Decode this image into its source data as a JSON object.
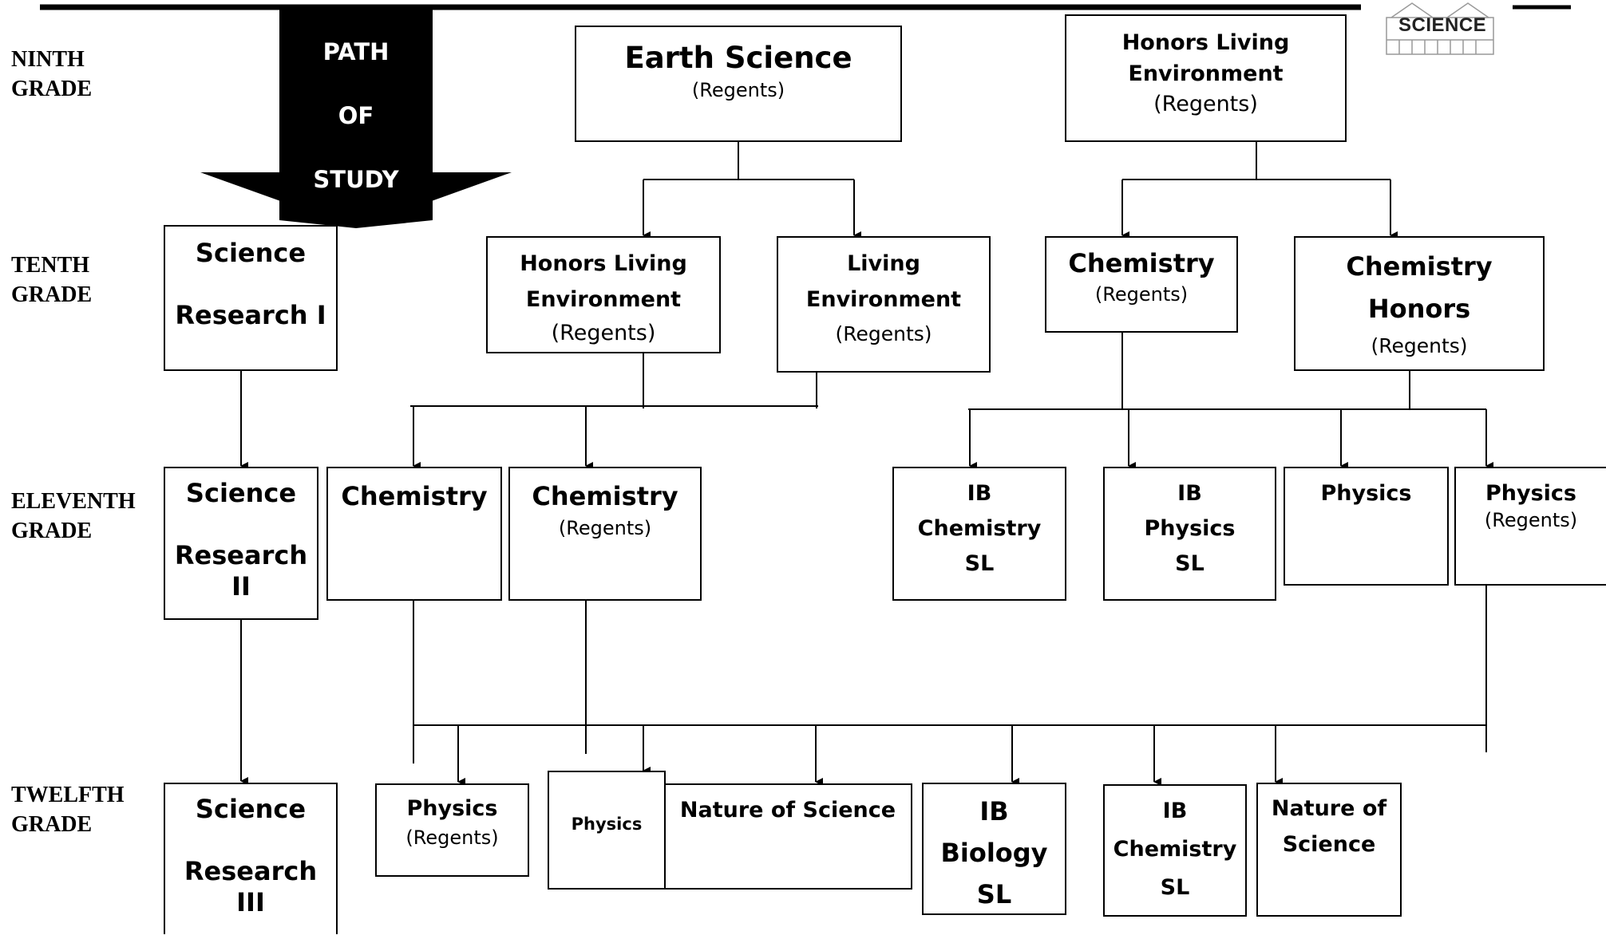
{
  "grades": [
    "NINTH\nGRADE",
    "TENTH\nGRADE",
    "ELEVENTH\nGRADE",
    "TWELFTH\nGRADE"
  ],
  "path_arrow": {
    "line1": "PATH",
    "line2": "OF",
    "line3": "STUDY"
  },
  "logo": {
    "text": "SCIENCE"
  },
  "courses": {
    "earth_science": {
      "title": "Earth Science",
      "sub": "(Regents)"
    },
    "honors_le_9": {
      "title": "Honors Living\nEnvironment",
      "sub": "(Regents)"
    },
    "science_research_1": {
      "title": "Science\n\nResearch I"
    },
    "honors_le_10": {
      "title": "Honors Living\nEnvironment",
      "sub": "(Regents)"
    },
    "living_env_10": {
      "title": "Living\nEnvironment",
      "sub": "(Regents)"
    },
    "chemistry_regents_10": {
      "title": "Chemistry",
      "sub": "(Regents)"
    },
    "chemistry_honors_10": {
      "title": "Chemistry\nHonors",
      "sub": "(Regents)"
    },
    "science_research_2": {
      "title": "Science\n\nResearch\nII"
    },
    "chemistry_11": {
      "title": "Chemistry"
    },
    "chemistry_regents_11": {
      "title": "Chemistry",
      "sub": "(Regents)"
    },
    "ib_chemistry_11": {
      "title": "IB\nChemistry\nSL"
    },
    "ib_physics_11": {
      "title": "IB\nPhysics\nSL"
    },
    "physics_11": {
      "title": "Physics"
    },
    "physics_regents_11": {
      "title": "Physics",
      "sub": "(Regents)"
    },
    "science_research_3": {
      "title": "Science\n\nResearch\nIII"
    },
    "physics_regents_12": {
      "title": "Physics",
      "sub": "(Regents)"
    },
    "physics_12": {
      "title": "Physics"
    },
    "nature_of_science_12a": {
      "title": "Nature of Science"
    },
    "ib_biology_12": {
      "title": "IB\nBiology\nSL"
    },
    "ib_chemistry_12": {
      "title": "IB\nChemistry\nSL"
    },
    "nature_of_science_12b": {
      "title": "Nature of\nScience"
    }
  }
}
